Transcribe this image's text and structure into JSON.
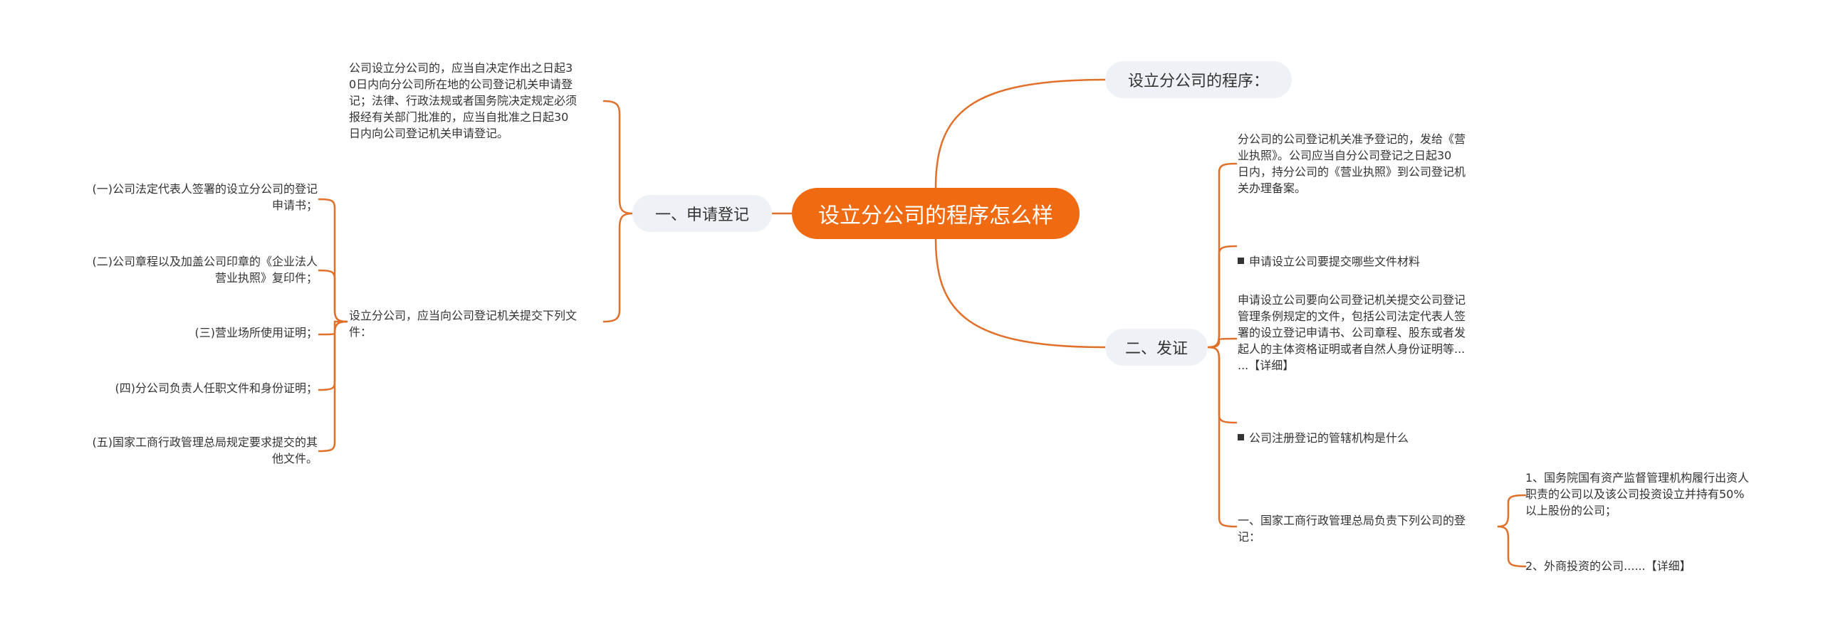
{
  "accent_color": "#ef6a10",
  "line_color": "#e0702a",
  "root": {
    "label": "设立分公司的程序怎么样"
  },
  "branches": {
    "procedure": {
      "label": "设立分公司的程序："
    },
    "register": {
      "label": "一、申请登记",
      "text1": "公司设立分公司的，应当自决定作出之日起3\n0日内向分公司所在地的公司登记机关申请登\n记；法律、行政法规或者国务院决定规定必须\n报经有关部门批准的，应当自批准之日起30\n日内向公司登记机关申请登记。",
      "text2": "设立分公司，应当向公司登记机关提交下列文\n件：",
      "docs": [
        "(一)公司法定代表人签署的设立分公司的登记\n申请书；",
        "(二)公司章程以及加盖公司印章的《企业法人\n营业执照》复印件；",
        "(三)营业场所使用证明；",
        "(四)分公司负责人任职文件和身份证明；",
        "(五)国家工商行政管理总局规定要求提交的其\n他文件。"
      ]
    },
    "license": {
      "label": "二、发证",
      "text1": "分公司的公司登记机关准予登记的，发给《营\n业执照》。公司应当自分公司登记之日起30\n日内，持分公司的《营业执照》到公司登记机\n关办理备案。",
      "link1": "申请设立公司要提交哪些文件材料",
      "text2": "申请设立公司要向公司登记机关提交公司登记\n管理条例规定的文件，包括公司法定代表人签\n署的设立登记申请书、公司章程、股东或者发\n起人的主体资格证明或者自然人身份证明等...\n...【详细】",
      "link2": "公司注册登记的管辖机构是什么",
      "text3": "一、国家工商行政管理总局负责下列公司的登\n记：",
      "sub": [
        "1、国务院国有资产监督管理机构履行出资人\n职责的公司以及该公司投资设立并持有50%\n以上股份的公司；",
        "2、外商投资的公司......【详细】"
      ]
    }
  }
}
